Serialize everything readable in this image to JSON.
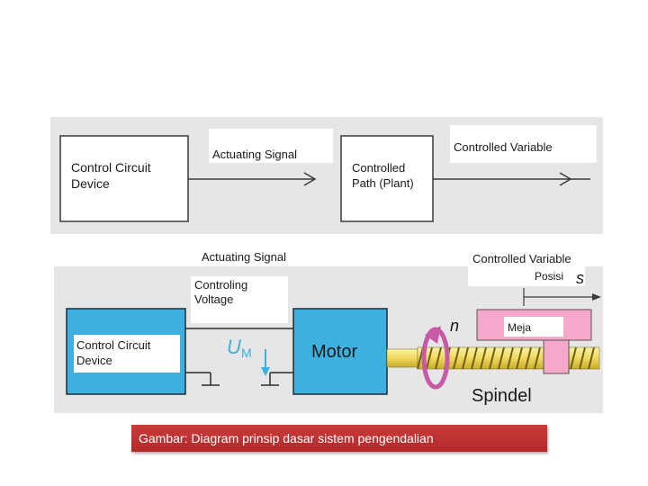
{
  "top_diagram": {
    "block1": [
      "Control Circuit",
      "Device"
    ],
    "signal_label": "Actuating Signal",
    "block2": [
      "Controlled",
      "Path (Plant)"
    ],
    "output_label": "Controlled Variable"
  },
  "bottom_diagram": {
    "actuating_signal": "Actuating Signal",
    "controlled_variable": "Controlled Variable",
    "posisi": "Posisi",
    "s_symbol": "s",
    "controlling_voltage": [
      "Controling",
      "Voltage"
    ],
    "control_device": [
      "Control Circuit",
      "Device"
    ],
    "um_base": "U",
    "um_sub": "M",
    "motor": "Motor",
    "n_symbol": "n",
    "meja": "Meja",
    "spindel": "Spindel"
  },
  "caption": "Gambar: Diagram prinsip dasar sistem pengendalian",
  "colors": {
    "panel_bg": "#e6e6e6",
    "blue_block": "#3db0df",
    "pink_table": "#f4a9cb",
    "screw": "#f3e27a",
    "rotation_arrow": "#c65aa6",
    "caption_bg": "#b22a2a"
  }
}
